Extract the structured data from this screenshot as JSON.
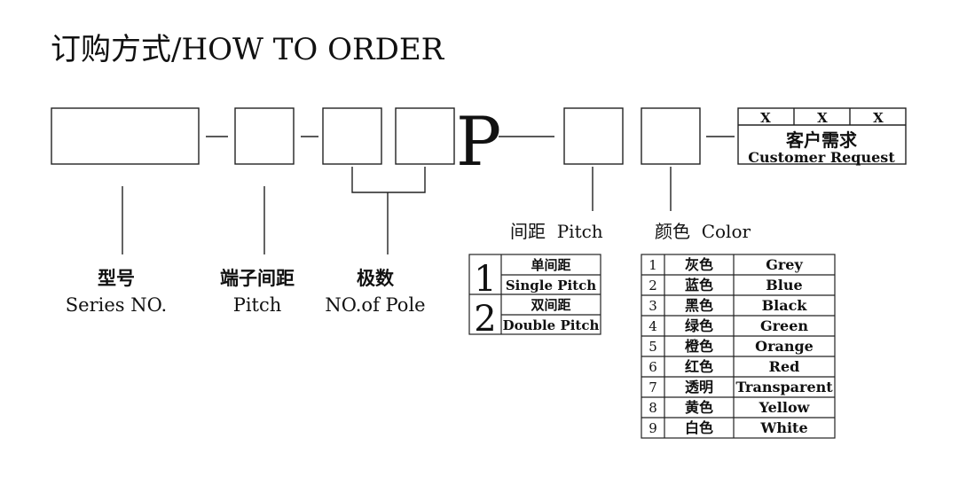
{
  "title": "订购方式/HOW TO ORDER",
  "code": {
    "p_letter": "P",
    "customer_request": {
      "slots": [
        "X",
        "X",
        "X"
      ],
      "label_cn": "客户需求",
      "label_en": "Customer Request"
    }
  },
  "labels": {
    "series": {
      "cn": "型号",
      "en": "Series NO."
    },
    "pitch": {
      "cn": "端子间距",
      "en": "Pitch"
    },
    "pole": {
      "cn": "极数",
      "en": "NO.of Pole"
    }
  },
  "pitch_table": {
    "heading": "间距  Pitch",
    "rows": [
      {
        "code": "1",
        "cn": "单间距",
        "en": "Single Pitch"
      },
      {
        "code": "2",
        "cn": "双间距",
        "en": "Double Pitch"
      }
    ]
  },
  "color_table": {
    "heading": "颜色  Color",
    "rows": [
      {
        "code": "1",
        "cn": "灰色",
        "en": "Grey",
        "color": "#b8b8b8"
      },
      {
        "code": "2",
        "cn": "蓝色",
        "en": "Blue",
        "color": "#1e73ff"
      },
      {
        "code": "3",
        "cn": "黑色",
        "en": "Black",
        "color": "#111111"
      },
      {
        "code": "4",
        "cn": "绿色",
        "en": "Green",
        "color": "#22e03a"
      },
      {
        "code": "5",
        "cn": "橙色",
        "en": "Orange",
        "color": "#ff8c1a"
      },
      {
        "code": "6",
        "cn": "红色",
        "en": "Red",
        "color": "#ff1a1a"
      },
      {
        "code": "7",
        "cn": "透明",
        "en": "Transparent",
        "color": "#111111"
      },
      {
        "code": "8",
        "cn": "黄色",
        "en": "Yellow",
        "color": "#ffe81a"
      },
      {
        "code": "9",
        "cn": "白色",
        "en": "White",
        "color": "#111111"
      }
    ]
  }
}
